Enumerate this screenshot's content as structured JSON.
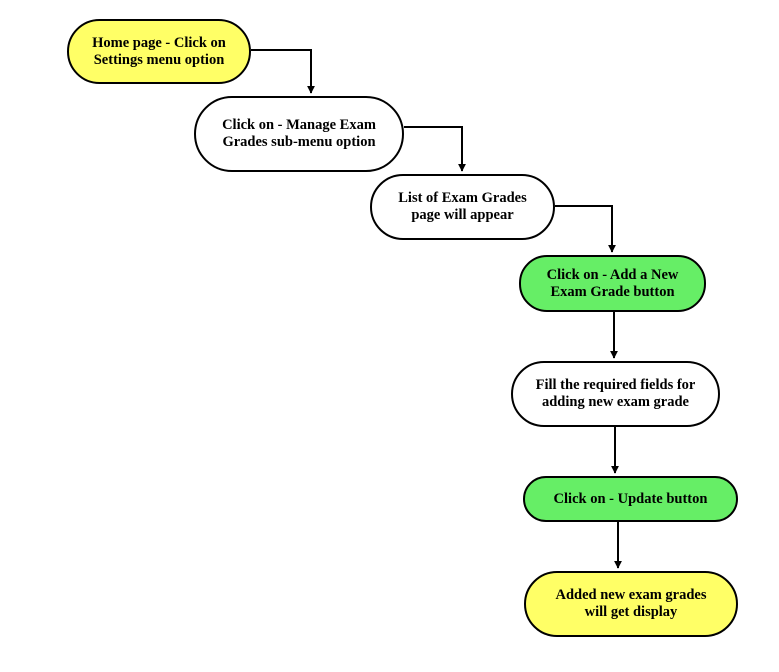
{
  "colors": {
    "start_end_fill": "#ffff66",
    "process_fill": "#ffffff",
    "action_fill": "#66ee66",
    "stroke": "#000000"
  },
  "steps": [
    {
      "id": "home",
      "label": "Home page - Click on\nSettings menu option"
    },
    {
      "id": "manage",
      "label": "Click on - Manage Exam\nGrades sub-menu option"
    },
    {
      "id": "list",
      "label": "List of Exam Grades\npage will appear"
    },
    {
      "id": "add",
      "label": "Click on - Add a New\nExam Grade button"
    },
    {
      "id": "fill",
      "label": "Fill the required fields for\nadding new exam grade"
    },
    {
      "id": "update",
      "label": "Click on - Update button"
    },
    {
      "id": "done",
      "label": "Added new exam grades\nwill get display"
    }
  ],
  "edges": [
    {
      "from": "home",
      "to": "manage"
    },
    {
      "from": "manage",
      "to": "list"
    },
    {
      "from": "list",
      "to": "add"
    },
    {
      "from": "add",
      "to": "fill"
    },
    {
      "from": "fill",
      "to": "update"
    },
    {
      "from": "update",
      "to": "done"
    }
  ]
}
